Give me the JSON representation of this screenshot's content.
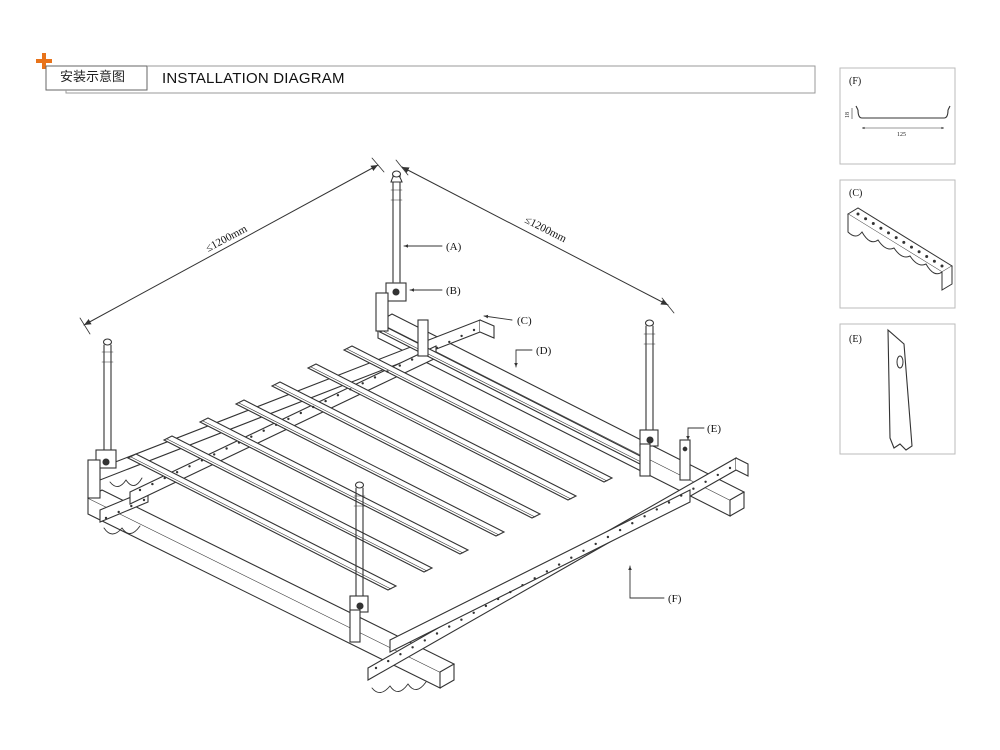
{
  "header": {
    "title_cn": "安装示意图",
    "title_en": "INSTALLATION DIAGRAM"
  },
  "dimensions": {
    "left_span": "≤1200mm",
    "right_span": "≤1200mm"
  },
  "callouts": {
    "a": "(A)",
    "b": "(B)",
    "c": "(C)",
    "d": "(D)",
    "e": "(E)",
    "f": "(F)"
  },
  "details": {
    "f": {
      "label": "(F)",
      "width": "125",
      "height": "18"
    },
    "c": {
      "label": "(C)"
    },
    "e": {
      "label": "(E)"
    }
  },
  "colors": {
    "accent": "#e8731a",
    "line": "#333333",
    "panel_border": "#bbbbbb"
  }
}
